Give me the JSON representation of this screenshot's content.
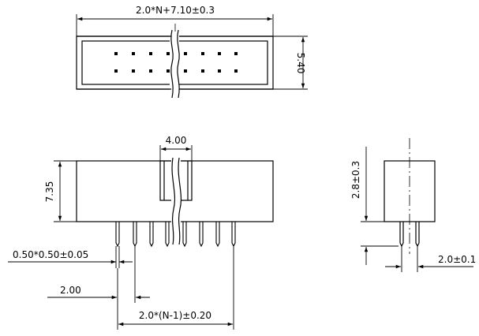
{
  "drawing": {
    "title": "",
    "line_color": "#000000",
    "background": "#ffffff"
  },
  "top_view": {
    "overall_length": "2.0*N+7.10±0.3",
    "width": "5.40",
    "pin_rows": 2,
    "pins_per_row_visible": 8
  },
  "front_view": {
    "key_width": "4.00",
    "body_height": "7.35",
    "pin_size": "0.50*0.50±0.05",
    "pin_pitch": "2.00",
    "total_pitch_span": "2.0*(N-1)±0.20"
  },
  "side_view": {
    "body_height": "2.8±0.3",
    "pin_spacing": "2.0±0.1"
  },
  "icons": {
    "arrowhead": "filled-triangle-arrowhead"
  }
}
